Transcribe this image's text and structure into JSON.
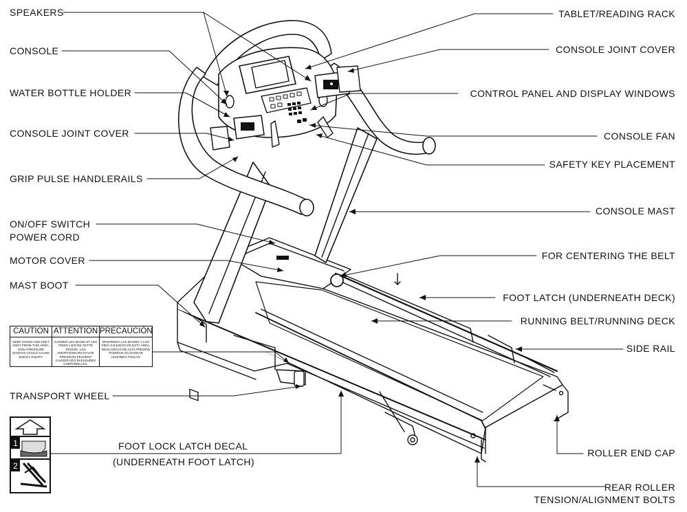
{
  "labels": {
    "speakers": "SPEAKERS",
    "console": "CONSOLE",
    "water_bottle_holder": "WATER BOTTLE HOLDER",
    "console_joint_cover_left": "CONSOLE JOINT COVER",
    "grip_pulse_handlerails": "GRIP PULSE HANDLERAILS",
    "on_off_switch": "ON/OFF SWITCH",
    "power_cord": "POWER CORD",
    "motor_cover": "MOTOR COVER",
    "mast_boot": "MAST BOOT",
    "transport_wheel": "TRANSPORT WHEEL",
    "foot_lock_latch_decal": "FOOT LOCK LATCH DECAL",
    "underneath_foot_latch": "(UNDERNEATH FOOT LATCH)",
    "tablet_reading_rack": "TABLET/READING RACK",
    "console_joint_cover_right": "CONSOLE JOINT COVER",
    "control_panel": "CONTROL PANEL AND DISPLAY WINDOWS",
    "console_fan": "CONSOLE FAN",
    "safety_key_placement": "SAFETY KEY PLACEMENT",
    "console_mast": "CONSOLE MAST",
    "for_centering_belt": "FOR CENTERING THE BELT",
    "foot_latch": "FOOT LATCH (UNDERNEATH DECK)",
    "running_belt_deck": "RUNNING BELT/RUNNING DECK",
    "side_rail": "SIDE RAIL",
    "roller_end_cap": "ROLLER END CAP",
    "rear_roller_1": "REAR ROLLER",
    "rear_roller_2": "TENSION/ALIGNMENT BOLTS"
  },
  "warning_label": {
    "caution_title": "CAUTION",
    "caution_text": "KEEP HANDS AND FEET AWAY FROM THIS AREA. HIGH-PRESSURE SHOCKS COULD CAUSE BODILY INJURY.",
    "attention_title": "ATTENTION",
    "attention_text": "GARDER LES MAINS ET LES PIEDS LOIN DE CETTE RÉGION. LES AMORTISSEURS HAUTE PRESSION PEUVENT CAUSER DES BLESSURES CORPORELLES.",
    "precaucion_title": "PRECAUCIÓN",
    "precaucion_text": "MANTENGA LAS MANOS Y LOS PIES ALEJADOS DE ESTA ÁREA. DESCARGAS DE ALTA PRESIÓN PODRÍAN OCASIONAR LESIONES FÍSICAS."
  },
  "decal": {
    "step1": "1",
    "step2": "2"
  }
}
